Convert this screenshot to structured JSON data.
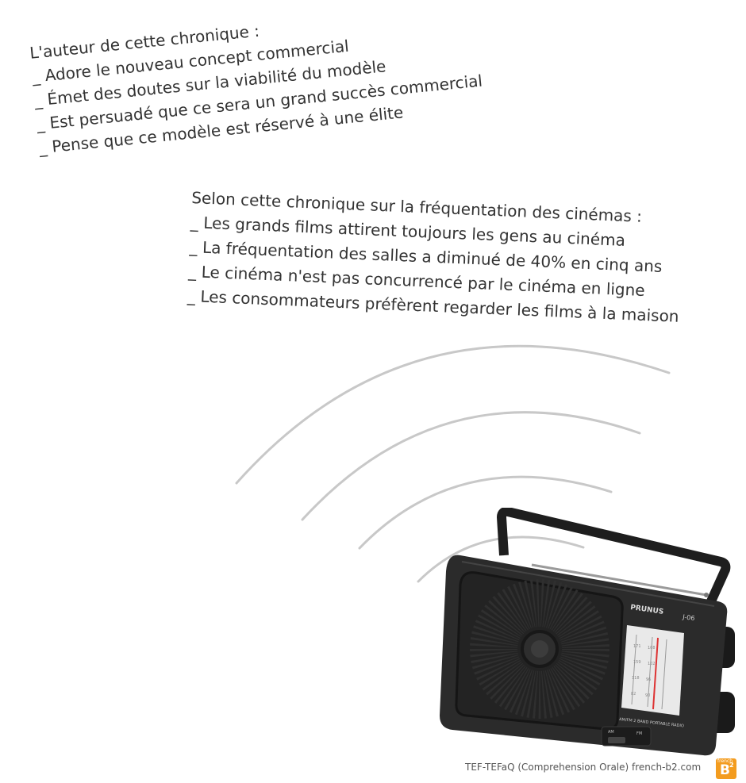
{
  "question1": {
    "prompt": "L'auteur de cette chronique :",
    "options": [
      "_ Adore le nouveau concept commercial",
      "_ Émet des doutes sur la viabilité du modèle",
      "_ Est persuadé que ce sera un grand succès commercial",
      "_ Pense que ce modèle est réservé à une élite"
    ]
  },
  "question2": {
    "prompt": "Selon cette chronique sur la fréquentation des cinémas :",
    "options": [
      "_ Les grands films attirent toujours les gens au cinéma",
      "_ La fréquentation des salles a diminué de 40% en cinq ans",
      "_ Le cinéma n'est pas concurrencé par le cinéma en ligne",
      "_ Les consommateurs préfèrent regarder les films à la maison"
    ]
  },
  "radio": {
    "brand": "PRUNUS",
    "model": "J-06",
    "band_label": "AM/FM 2 BAND PORTABLE RADIO",
    "am": "AM",
    "fm": "FM"
  },
  "footer": {
    "text": "TEF-TEFaQ (Comprehension Orale) french-b2.com",
    "logo_small": "french",
    "logo_big": "B",
    "logo_sup": "2"
  },
  "colors": {
    "text": "#333333",
    "wave": "#c8c8c8",
    "radio_body": "#2b2b2b",
    "logo": "#f39c1f"
  }
}
